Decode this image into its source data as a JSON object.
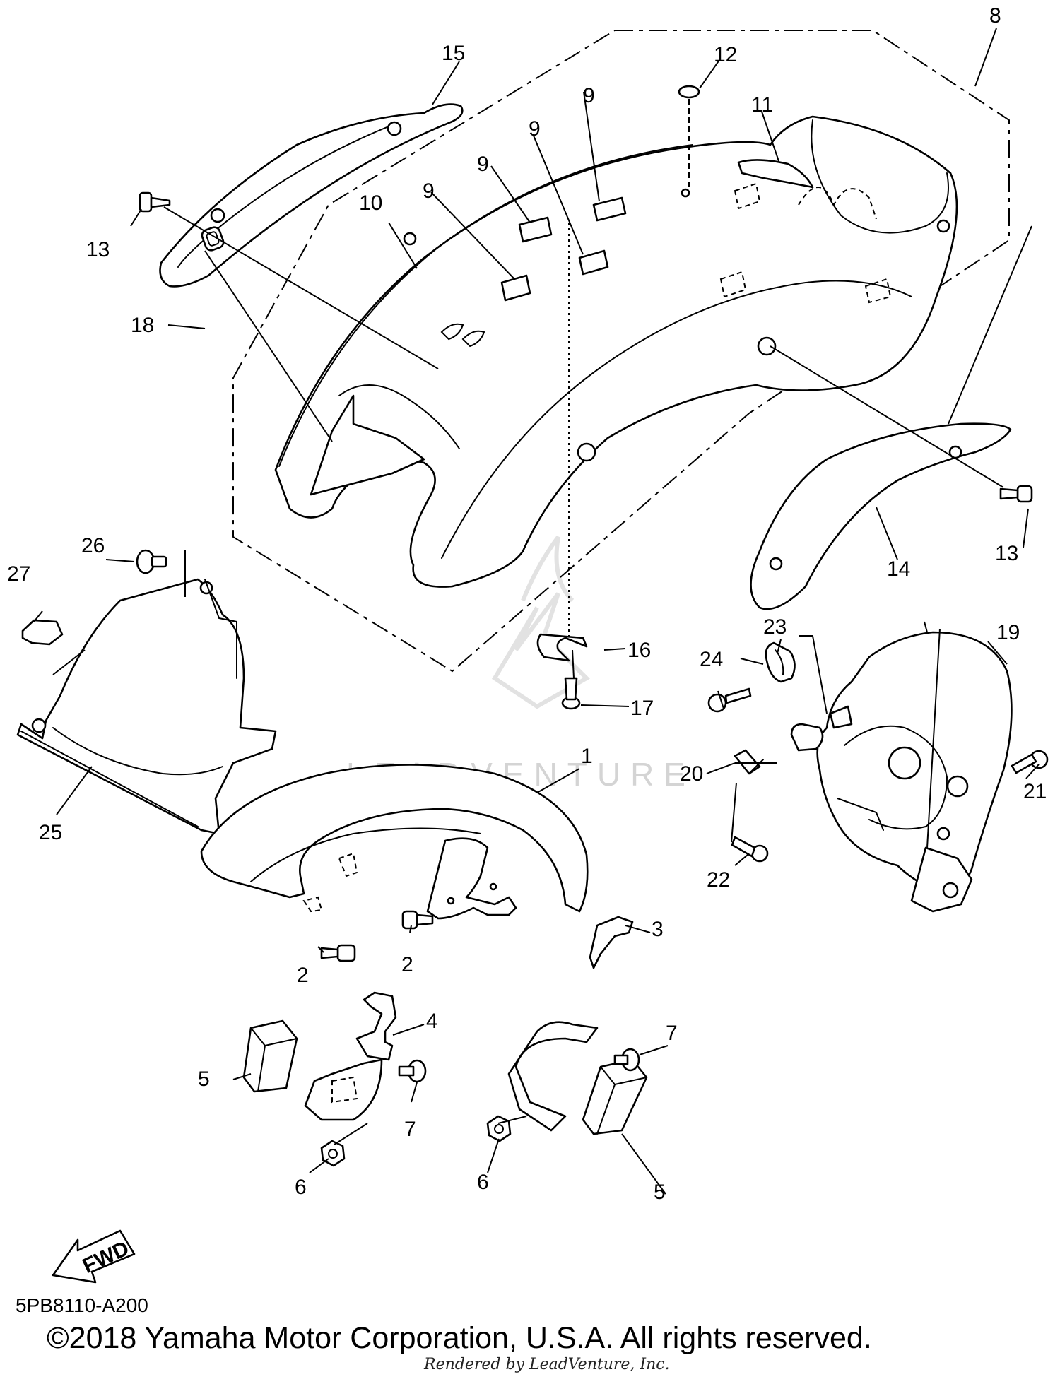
{
  "diagram_code": "5PB8110-A200",
  "copyright": "©2018 Yamaha Motor Corporation, U.S.A. All rights reserved.",
  "rendered_by": "Rendered by LeadVenture, Inc.",
  "watermark_text": "LEADVENTURE",
  "fwd_label": "FWD",
  "callouts": {
    "p1": "1",
    "p2a": "2",
    "p2b": "2",
    "p3": "3",
    "p4": "4",
    "p5a": "5",
    "p5b": "5",
    "p6a": "6",
    "p6b": "6",
    "p7a": "7",
    "p7b": "7",
    "p8": "8",
    "p9a": "9",
    "p9b": "9",
    "p9c": "9",
    "p9d": "9",
    "p10": "10",
    "p11": "11",
    "p12": "12",
    "p13a": "13",
    "p13b": "13",
    "p14": "14",
    "p15": "15",
    "p16": "16",
    "p17": "17",
    "p18": "18",
    "p19": "19",
    "p20": "20",
    "p21": "21",
    "p22": "22",
    "p23": "23",
    "p24": "24",
    "p25": "25",
    "p26": "26",
    "p27": "27"
  }
}
